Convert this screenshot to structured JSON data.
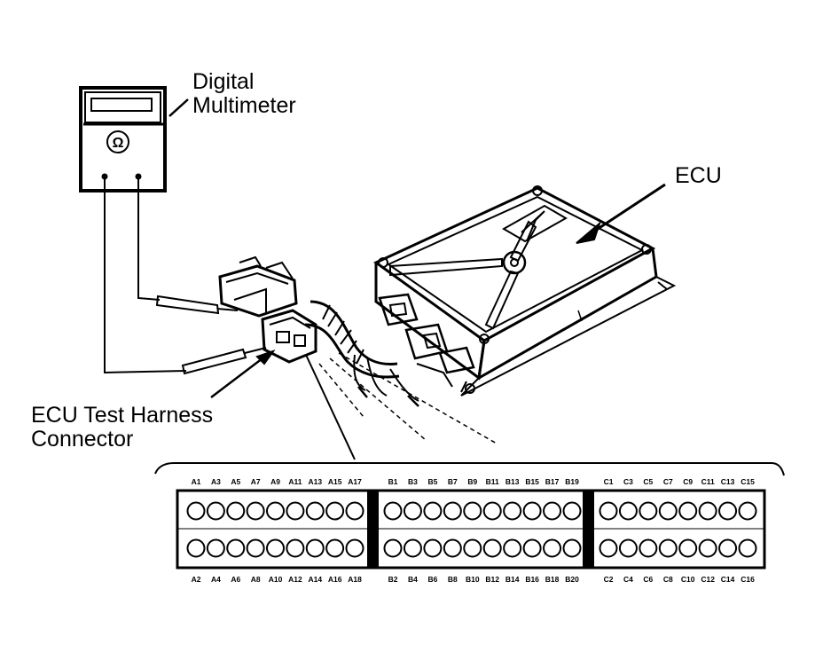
{
  "labels": {
    "multimeter_line1": "Digital",
    "multimeter_line2": "Multimeter",
    "ecu": "ECU",
    "harness_line1": "ECU Test Harness",
    "harness_line2": "Connector",
    "ohm_symbol": "Ω"
  },
  "connector": {
    "group_a": {
      "top": [
        "A1",
        "A3",
        "A5",
        "A7",
        "A9",
        "A11",
        "A13",
        "A15",
        "A17"
      ],
      "bottom": [
        "A2",
        "A4",
        "A6",
        "A8",
        "A10",
        "A12",
        "A14",
        "A16",
        "A18"
      ]
    },
    "group_b": {
      "top": [
        "B1",
        "B3",
        "B5",
        "B7",
        "B9",
        "B11",
        "B13",
        "B15",
        "B17",
        "B19"
      ],
      "bottom": [
        "B2",
        "B4",
        "B6",
        "B8",
        "B10",
        "B12",
        "B14",
        "B16",
        "B18",
        "B20"
      ]
    },
    "group_c": {
      "top": [
        "C1",
        "C3",
        "C5",
        "C7",
        "C9",
        "C11",
        "C13",
        "C15"
      ],
      "bottom": [
        "C2",
        "C4",
        "C6",
        "C8",
        "C10",
        "C12",
        "C14",
        "C16"
      ]
    }
  }
}
